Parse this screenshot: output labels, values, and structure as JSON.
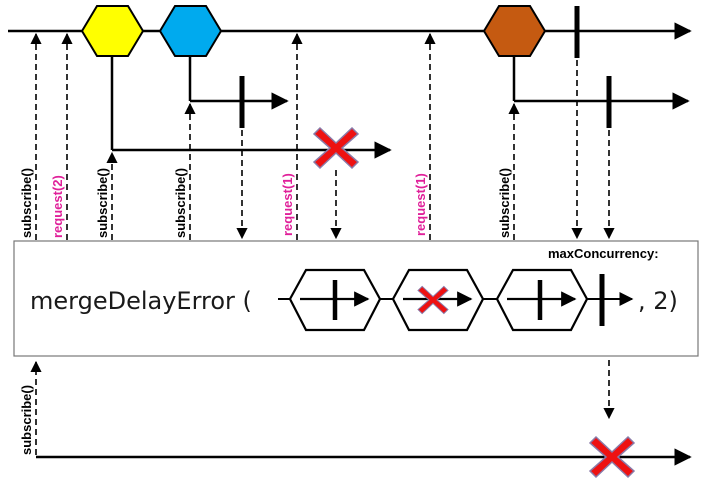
{
  "operator": {
    "name": "mergeDelayError (",
    "tail": ", 2)",
    "corner_label": "maxConcurrency:"
  },
  "labels": {
    "subscribe": "subscribe()",
    "request_2": "request(2)",
    "request_1": "request(1)"
  },
  "colors": {
    "yellow_marble": "#ffff00",
    "blue_marble": "#00aaee",
    "brown_marble": "#c55a11",
    "error_x": "#ee1111",
    "request_text": "#e0209a",
    "request_arrow": "#c00000"
  }
}
